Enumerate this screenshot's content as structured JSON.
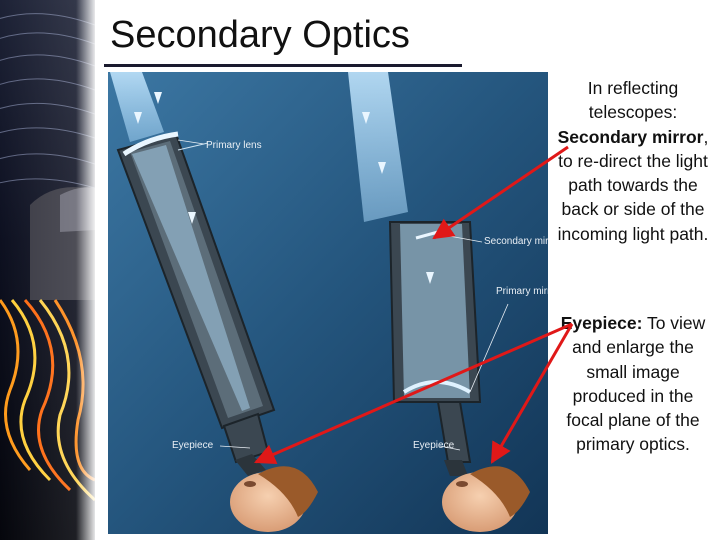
{
  "title": "Secondary Optics",
  "figure": {
    "labels": {
      "primary_lens": "Primary lens",
      "secondary_mirror": "Secondary mirror",
      "primary_mirror": "Primary mirror",
      "eyepiece_left": "Eyepiece",
      "eyepiece_right": "Eyepiece"
    }
  },
  "notes": {
    "reflecting": {
      "intro": "In reflecting telescopes:",
      "term": "Secondary mirror",
      "rest": ", to re-direct the light path towards the back or side of the incoming light path."
    },
    "eyepiece": {
      "term": "Eyepiece:",
      "rest": " To view and enlarge the small image produced in the focal plane of the primary optics."
    }
  },
  "colors": {
    "arrow": "#e01818",
    "panel": "#2a5b80",
    "tube": "#4a5a66"
  }
}
